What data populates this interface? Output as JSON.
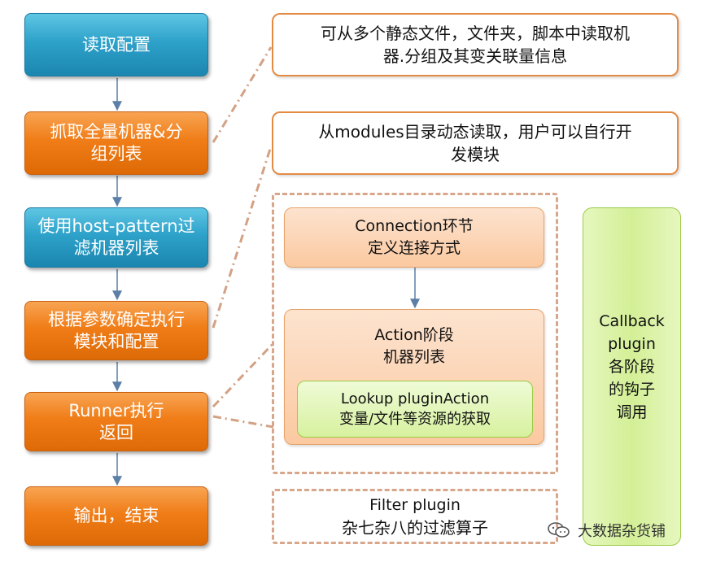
{
  "flow": {
    "steps": [
      {
        "lines": [
          "读取配置"
        ]
      },
      {
        "lines": [
          "抓取全量机器&分",
          "组列表"
        ]
      },
      {
        "lines": [
          "使用host-pattern过",
          "滤机器列表"
        ]
      },
      {
        "lines": [
          "根据参数确定执行",
          "模块和配置"
        ]
      },
      {
        "lines": [
          "Runner执行",
          "返回"
        ]
      },
      {
        "lines": [
          "输出，结束"
        ]
      }
    ]
  },
  "notes": {
    "inventory": {
      "lines": [
        "可从多个静态文件，文件夹，脚本中读取机",
        "器.分组及其变关联量信息"
      ]
    },
    "modules": {
      "lines": [
        "从modules目录动态读取，用户可以自行开",
        "发模块"
      ]
    }
  },
  "plugins": {
    "connection": {
      "lines": [
        "Connection环节",
        "定义连接方式"
      ]
    },
    "action": {
      "lines": [
        "Action阶段",
        "机器列表"
      ]
    },
    "lookup": {
      "lines": [
        "Lookup pluginAction",
        "变量/文件等资源的获取"
      ]
    },
    "filter": {
      "lines": [
        "Filter plugin",
        "杂七杂八的过滤算子"
      ]
    },
    "callback": {
      "lines": [
        "Callback",
        "plugin",
        "各阶段",
        "的钩子",
        "调用"
      ]
    }
  },
  "watermark": {
    "text": "大数据杂货铺"
  },
  "colors": {
    "blue_step": "#2ea2ca",
    "orange_step": "#f07d17",
    "note_border": "#e48b43",
    "dash_connector": "#d3a184",
    "peach_box": "#fbc9a0",
    "green_box": "#d7f19f"
  }
}
